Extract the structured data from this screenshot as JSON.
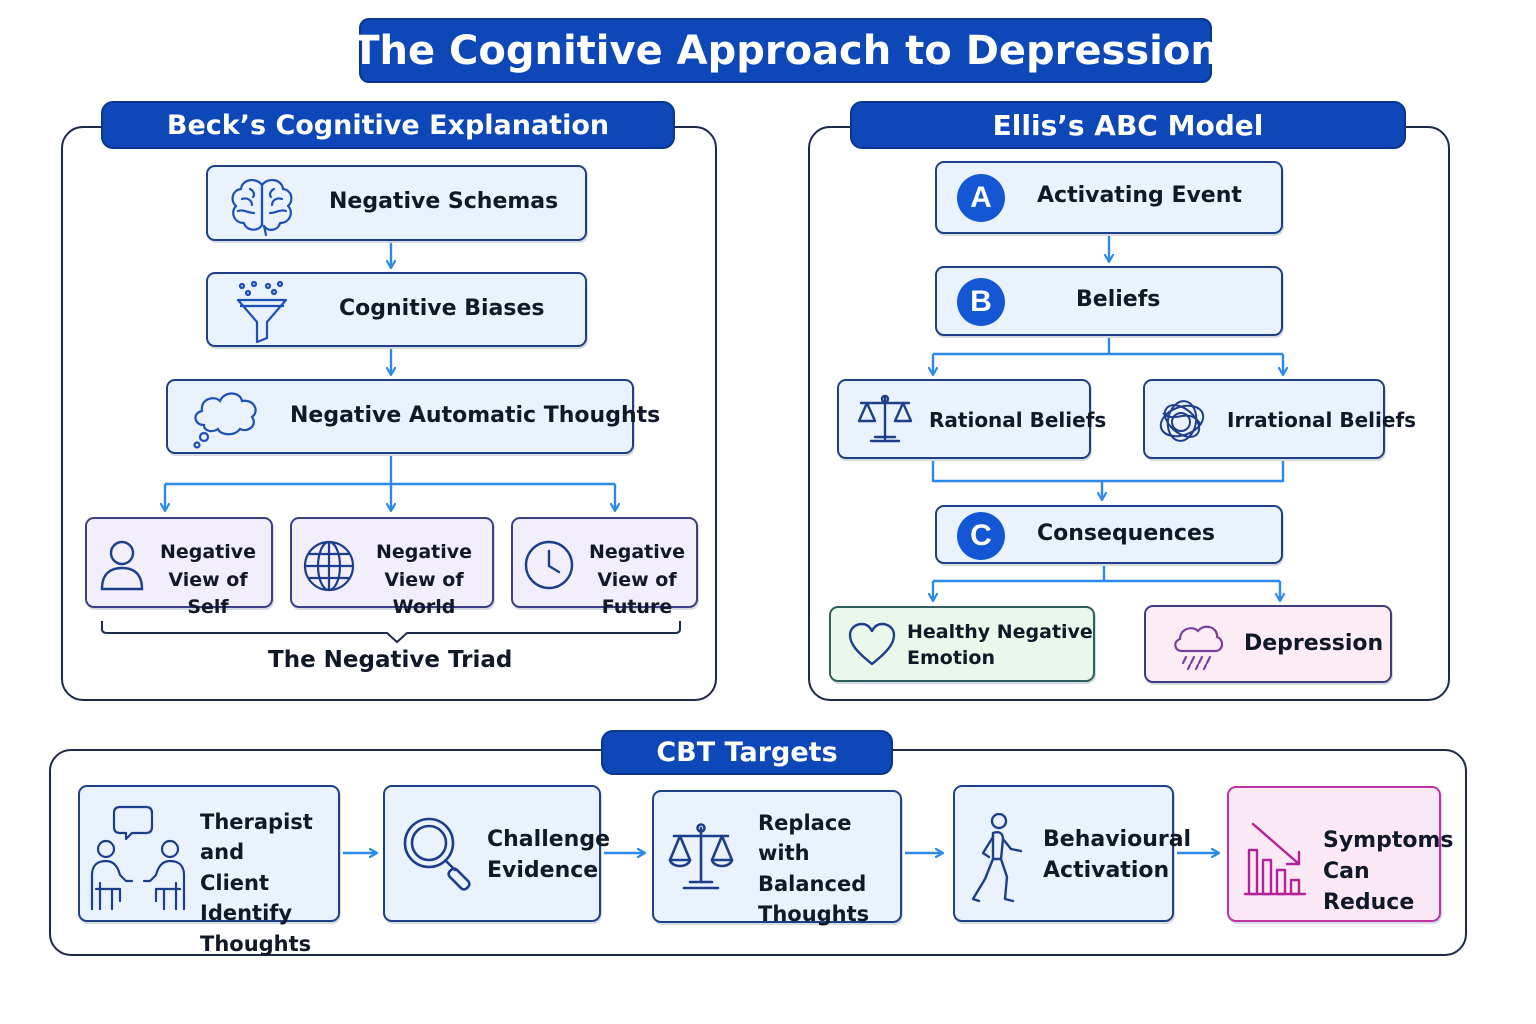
{
  "title": "The Cognitive Approach to Depression",
  "beck": {
    "header": "Beck’s Cognitive Explanation",
    "schemas": "Negative Schemas",
    "biases": "Cognitive Biases",
    "nat": "Negative Automatic Thoughts",
    "triad": [
      {
        "line1": "Negative",
        "line2": "View of Self",
        "icon": "person-icon"
      },
      {
        "line1": "Negative",
        "line2": "View of World",
        "icon": "globe-icon"
      },
      {
        "line1": "Negative",
        "line2": "View of Future",
        "icon": "clock-icon"
      }
    ],
    "triad_label": "The Negative Triad"
  },
  "ellis": {
    "header": "Ellis’s ABC Model",
    "a_badge": "A",
    "a_label": "Activating Event",
    "b_badge": "B",
    "b_label": "Beliefs",
    "rational": "Rational Beliefs",
    "irrational": "Irrational Beliefs",
    "c_badge": "C",
    "c_label": "Consequences",
    "healthy_line1": "Healthy Negative",
    "healthy_line2": "Emotion",
    "depression": "Depression"
  },
  "cbt": {
    "header": "CBT Targets",
    "steps": [
      {
        "line1": "Therapist and",
        "line2": "Client Identify",
        "line3": "Thoughts",
        "icon": "conversation-icon"
      },
      {
        "line1": "Challenge",
        "line2": "Evidence",
        "icon": "magnifier-icon"
      },
      {
        "line1": "Replace with",
        "line2": "Balanced",
        "line3": "Thoughts",
        "icon": "scales-icon"
      },
      {
        "line1": "Behavioural",
        "line2": "Activation",
        "icon": "walking-person-icon"
      },
      {
        "line1": "Symptoms",
        "line2": "Can Reduce",
        "icon": "declining-chart-icon"
      }
    ]
  },
  "colors": {
    "header_bg": "#0d47b8",
    "box_bg": "#eaf3fd",
    "arrow": "#2b8ae8",
    "triad_bg": "#f2eefb",
    "healthy_bg": "#eaf8ec",
    "depression_bg": "#fcecf6",
    "symptoms_border": "#c032a4"
  }
}
